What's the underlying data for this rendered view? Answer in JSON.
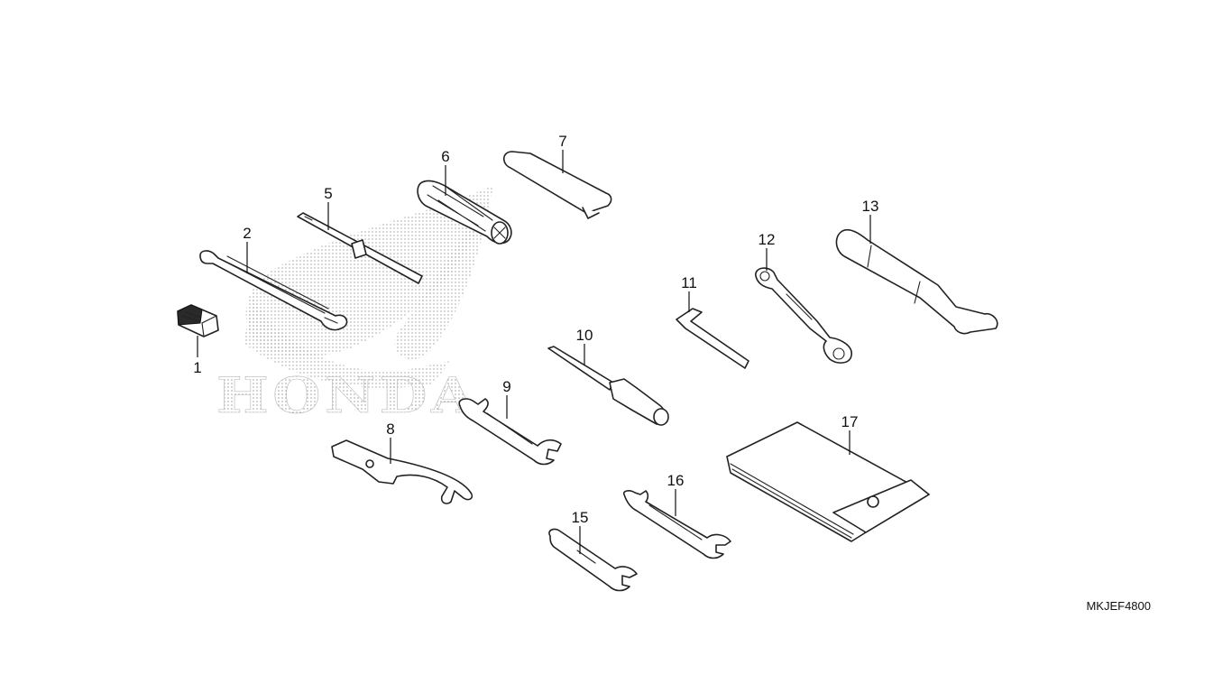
{
  "diagram": {
    "drawing_code": "MKJEF4800",
    "watermark": {
      "text": "HONDA",
      "logo": "honda-wing-logo"
    },
    "callouts": [
      {
        "id": "1",
        "label": "1"
      },
      {
        "id": "2",
        "label": "2"
      },
      {
        "id": "5",
        "label": "5"
      },
      {
        "id": "6",
        "label": "6"
      },
      {
        "id": "7",
        "label": "7"
      },
      {
        "id": "8",
        "label": "8"
      },
      {
        "id": "9",
        "label": "9"
      },
      {
        "id": "10",
        "label": "10"
      },
      {
        "id": "11",
        "label": "11"
      },
      {
        "id": "12",
        "label": "12"
      },
      {
        "id": "13",
        "label": "13"
      },
      {
        "id": "15",
        "label": "15"
      },
      {
        "id": "16",
        "label": "16"
      },
      {
        "id": "17",
        "label": "17"
      }
    ]
  }
}
